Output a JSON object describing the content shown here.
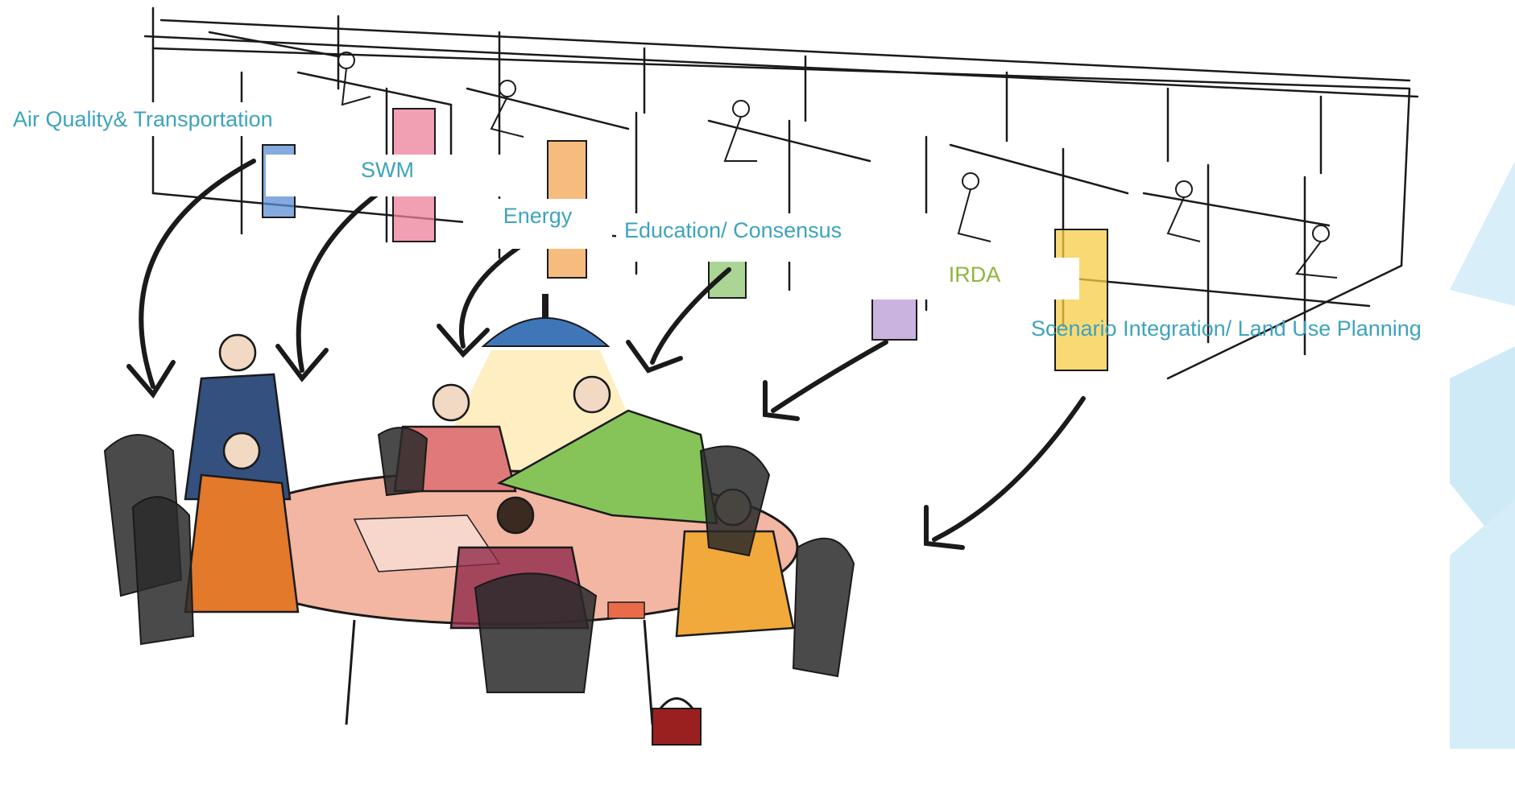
{
  "labels": {
    "air_quality_transportation": "Air Quality& Transportation",
    "swm": "SWM",
    "energy": "Energy",
    "education_consensus": "Education/ Consensus",
    "irda": "IRDA",
    "scenario_integration": "Scenario Integration/ Land Use Planning"
  },
  "colors": {
    "label_teal": "#3ea3bd",
    "label_green": "#8fb53c",
    "ink": "#1a1a1a",
    "door_blue": "#5b8fd6",
    "door_pink": "#ec7f9a",
    "door_orange": "#f2a553",
    "door_green": "#8fc772",
    "door_purple": "#b99ad6",
    "door_yellow": "#f5cc45",
    "lamp_blue": "#3f76b8",
    "decor_cyan": "#bfe3f2"
  }
}
